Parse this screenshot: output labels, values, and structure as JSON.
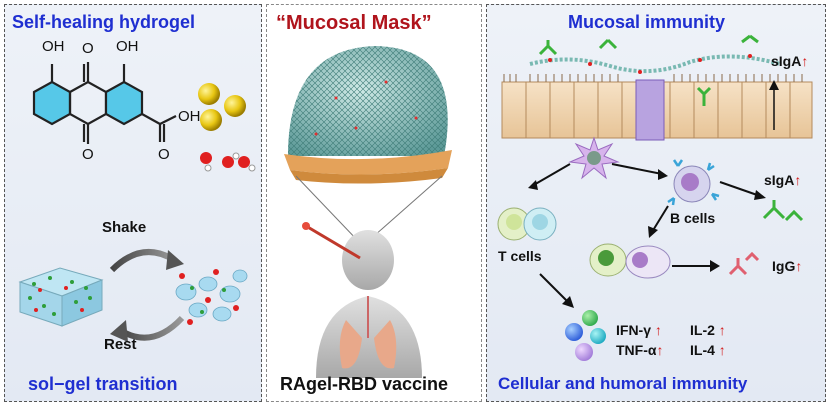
{
  "left_panel": {
    "title": "Self-healing hydrogel",
    "shake_label": "Shake",
    "rest_label": "Rest",
    "footer": "sol−gel transition",
    "molecule": {
      "oh_left": "OH",
      "o_top": "O",
      "oh_right": "OH",
      "o_bottom": "O",
      "cooh_oh": "OH",
      "cooh_o": "O"
    }
  },
  "middle_panel": {
    "title": "“Mucosal Mask”",
    "footer": "RAgel-RBD vaccine"
  },
  "right_panel": {
    "title": "Mucosal immunity",
    "siga_top": "sIgA",
    "siga_mid": "sIgA",
    "b_cells": "B cells",
    "t_cells": "T cells",
    "igg": "IgG",
    "cytokines": {
      "ifn": "IFN-γ",
      "il2": "IL-2",
      "tnf": "TNF-α",
      "il4": "IL-4"
    },
    "up_arrow": "↑",
    "footer": "Cellular and humoral immunity"
  },
  "colors": {
    "title_blue": "#1f2fd1",
    "title_red": "#b0141c",
    "up_red": "#d31a1a"
  }
}
